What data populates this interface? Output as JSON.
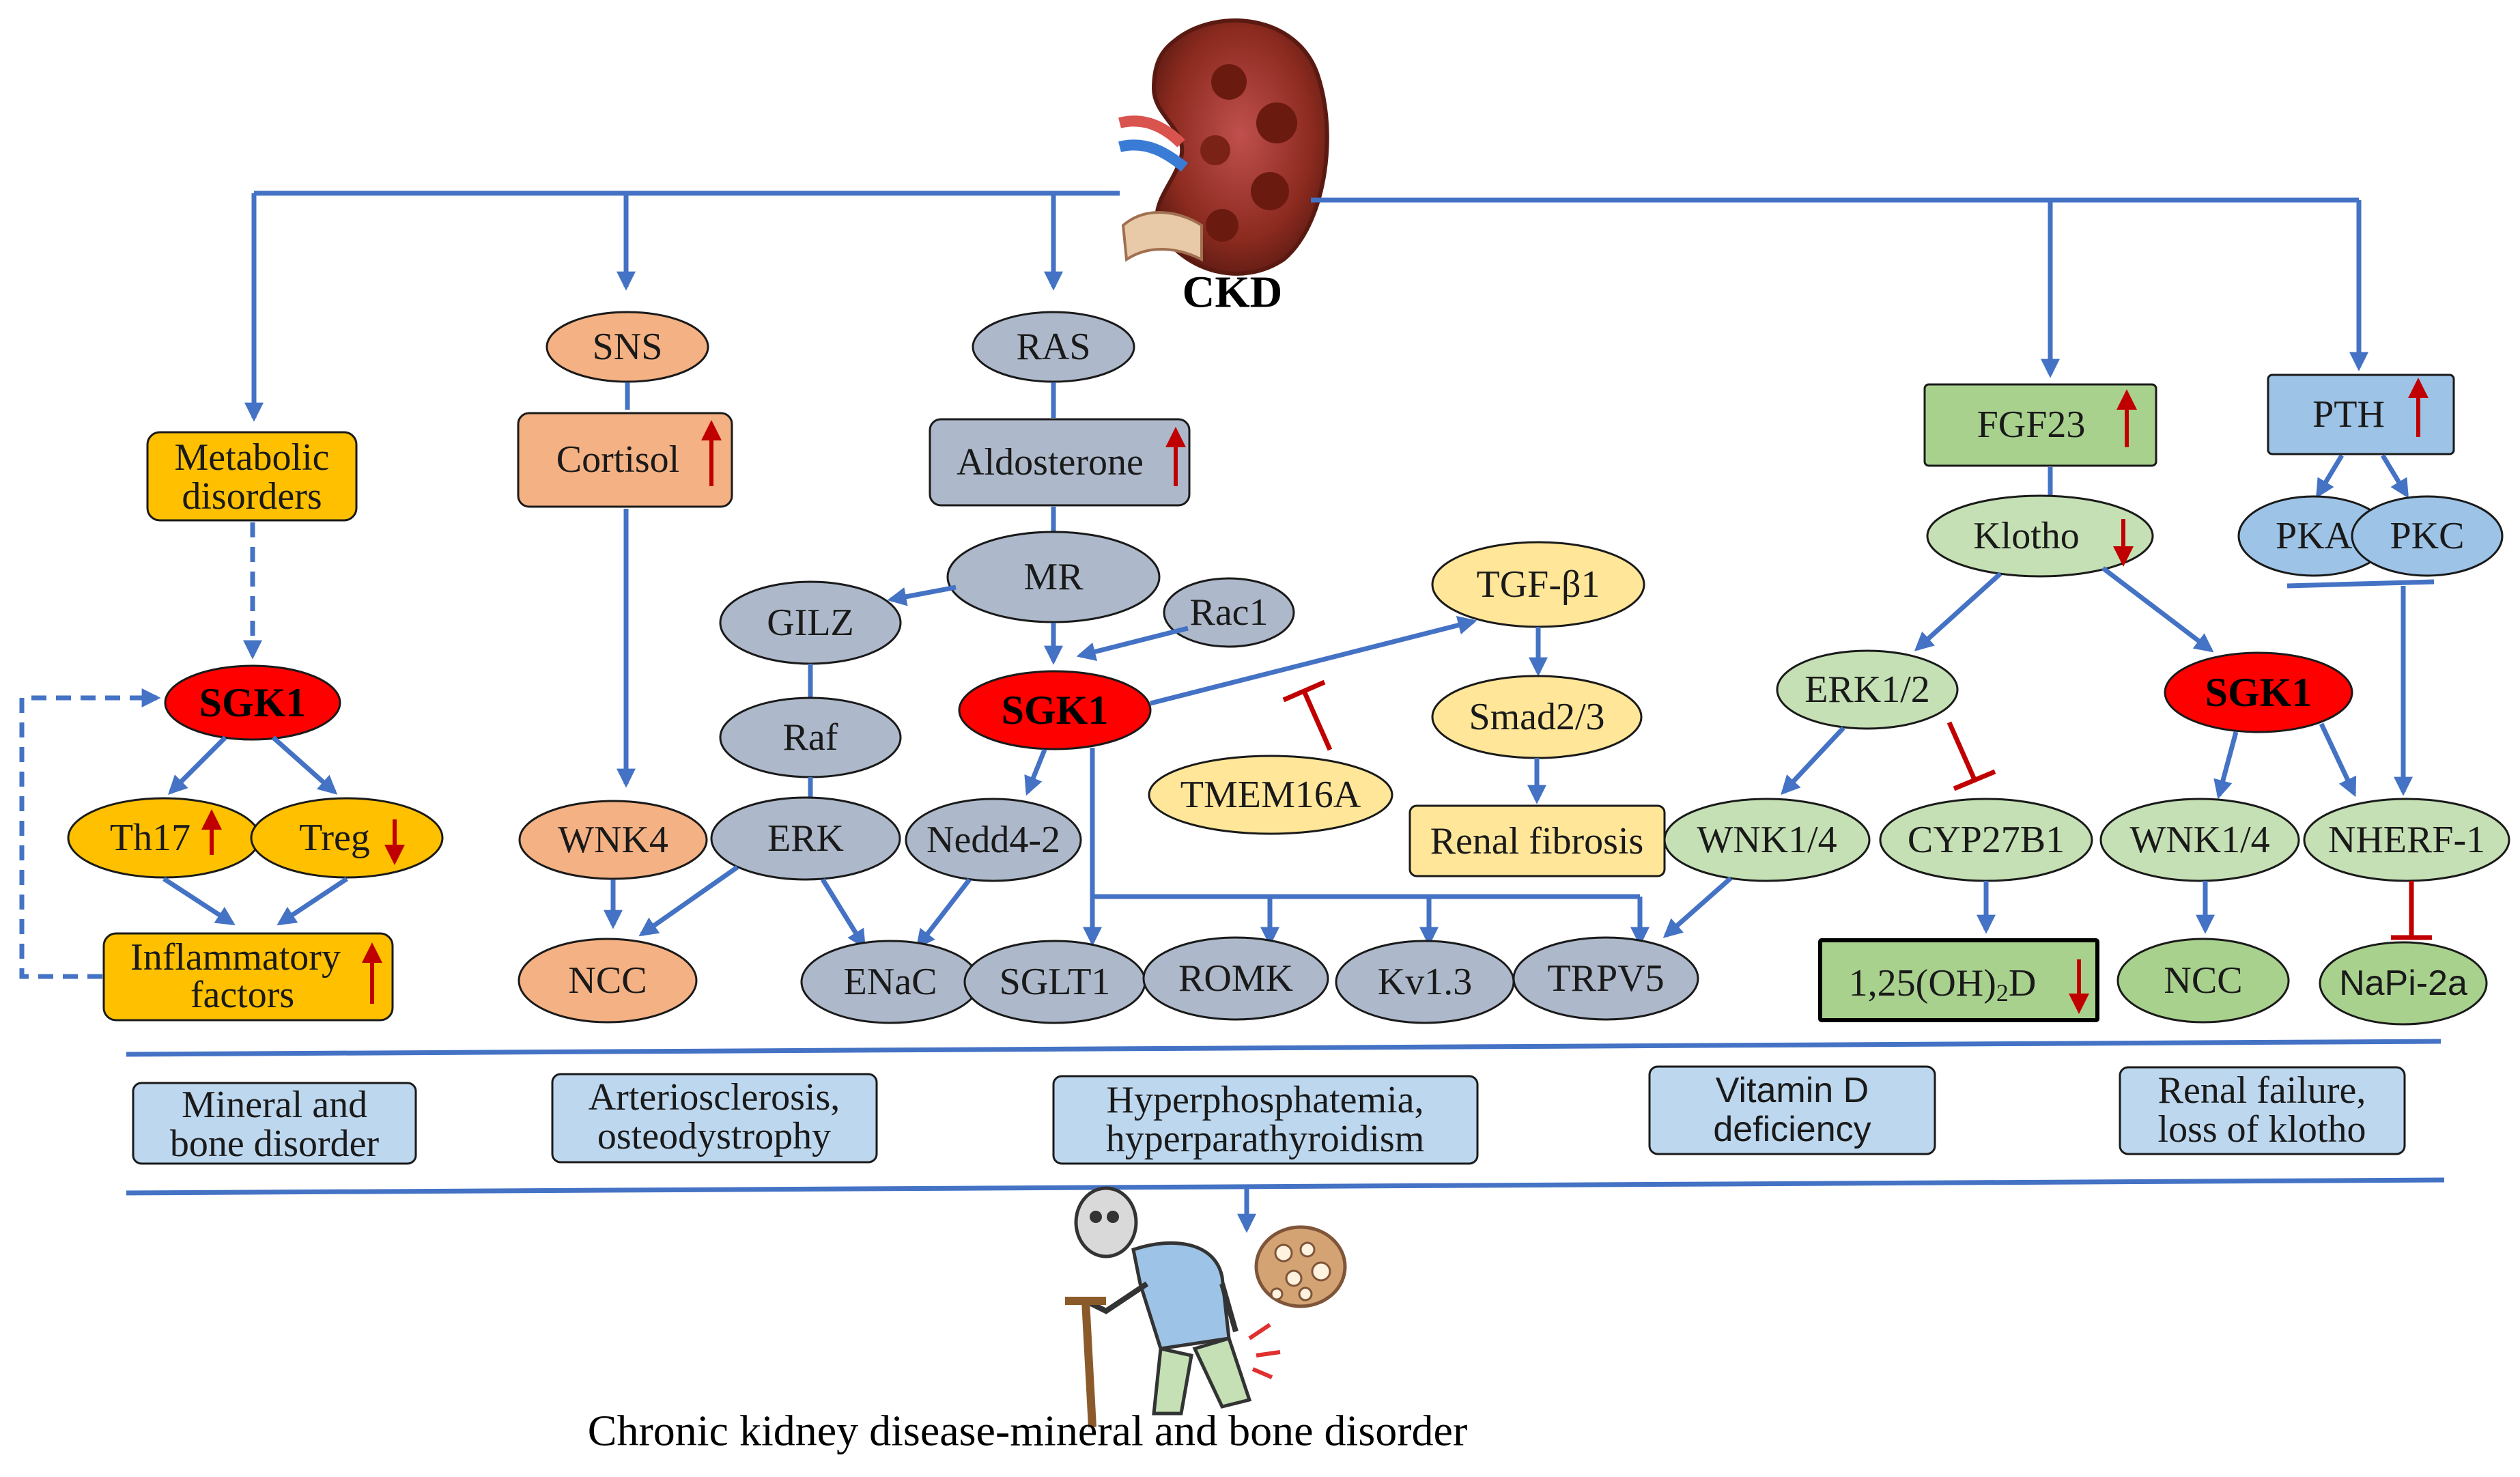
{
  "title": "CKD",
  "caption": "Chronic kidney disease-mineral and bone disorder",
  "colors": {
    "edge": "#4472c4",
    "inhibit": "#c00000",
    "sgk1": "#ff0000",
    "metabolic": "#ffc000",
    "sns": "#f4b183",
    "ras": "#adb9ca",
    "tgf": "#ffe699",
    "fgf": "#a9d18e",
    "fgf_light": "#c5e0b4",
    "pth": "#9dc3e6",
    "outcome": "#bdd7ee"
  },
  "nodes": {
    "metabolic": {
      "line1": "Metabolic",
      "line2": "disorders"
    },
    "sgk1_left": "SGK1",
    "th17": "Th17",
    "treg": "Treg",
    "inflam": {
      "line1": "Inflammatory",
      "line2": "factors"
    },
    "sns": "SNS",
    "cortisol": "Cortisol",
    "wnk4": "WNK4",
    "ncc_left": "NCC",
    "ras": "RAS",
    "aldosterone": "Aldosterone",
    "mr": "MR",
    "gilz": "GILZ",
    "rac1": "Rac1",
    "raf": "Raf",
    "sgk1_mid": "SGK1",
    "erk": "ERK",
    "nedd": "Nedd4-2",
    "enac": "ENaC",
    "sglt1": "SGLT1",
    "romk": "ROMK",
    "kv13": "Kv1.3",
    "trpv5": "TRPV5",
    "tgf": "TGF-β1",
    "smad": "Smad2/3",
    "fibrosis": "Renal fibrosis",
    "tmem": "TMEM16A",
    "fgf23": "FGF23",
    "klotho": "Klotho",
    "erk12": "ERK1/2",
    "wnk14_a": "WNK1/4",
    "cyp": "CYP27B1",
    "vitd": "1,25(OH)",
    "vitd_sub": "2",
    "vitd_end": "D",
    "pth": "PTH",
    "pka": "PKA",
    "pkc": "PKC",
    "sgk1_right": "SGK1",
    "wnk14_b": "WNK1/4",
    "nherf": "NHERF-1",
    "ncc_right": "NCC",
    "napi": "NaPi-2a"
  },
  "outcomes": [
    {
      "line1": "Mineral and",
      "line2": "bone disorder"
    },
    {
      "line1": "Arteriosclerosis,",
      "line2": "osteodystrophy"
    },
    {
      "line1": "Hyperphosphatemia,",
      "line2": "hyperparathyroidism"
    },
    {
      "line1": "Vitamin D",
      "line2": "deficiency"
    },
    {
      "line1": "Renal failure,",
      "line2": "loss of klotho"
    }
  ]
}
